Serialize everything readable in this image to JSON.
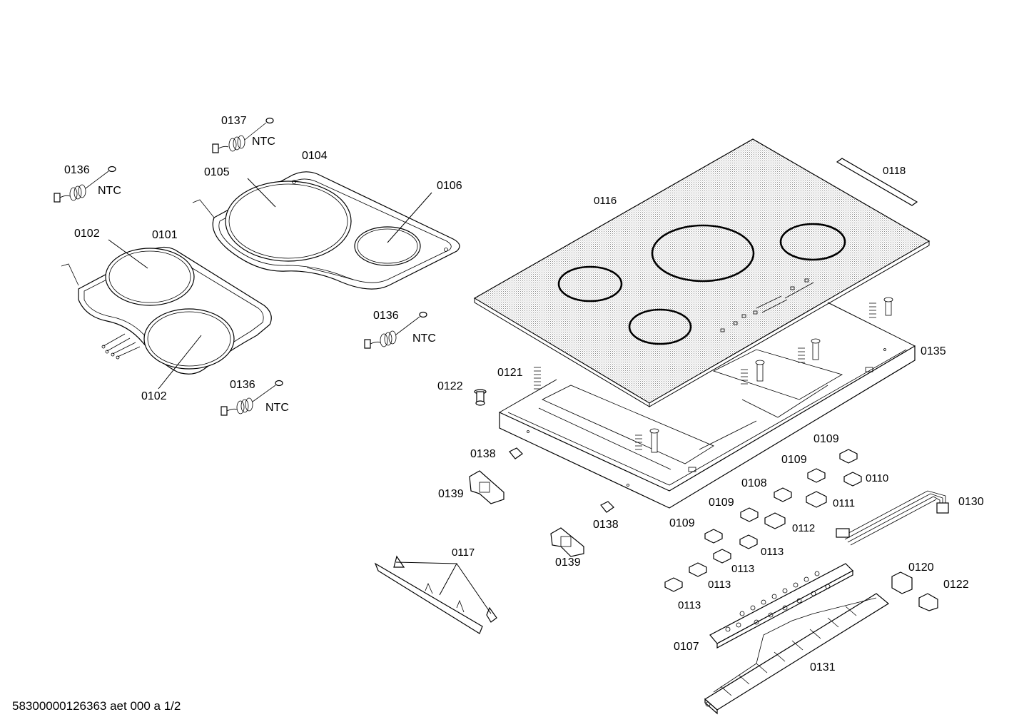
{
  "footer_text": "58300000126363 aet 000 a 1/2",
  "labels": {
    "l0137": "0137",
    "ntc0137": "NTC",
    "l0136a": "0136",
    "ntc0136a": "NTC",
    "l0104": "0104",
    "l0105": "0105",
    "l0106": "0106",
    "l0102a": "0102",
    "l0101": "0101",
    "l0102b": "0102",
    "l0136b": "0136",
    "ntc0136b": "NTC",
    "l0136c": "0136",
    "ntc0136c": "NTC",
    "l0116": "0116",
    "l0118": "0118",
    "l0135": "0135",
    "l0121": "0121",
    "l0122a": "0122",
    "l0138a": "0138",
    "l0139a": "0139",
    "l0138b": "0138",
    "l0139b": "0139",
    "l0117": "0117",
    "l0109a": "0109",
    "l0109b": "0109",
    "l0110": "0110",
    "l0108": "0108",
    "l0111": "0111",
    "l0109c": "0109",
    "l0112": "0112",
    "l0109d": "0109",
    "l0113a": "0113",
    "l0113b": "0113",
    "l0113c": "0113",
    "l0113d": "0113",
    "l0130": "0130",
    "l0120": "0120",
    "l0122b": "0122",
    "l0107": "0107",
    "l0131": "0131"
  }
}
